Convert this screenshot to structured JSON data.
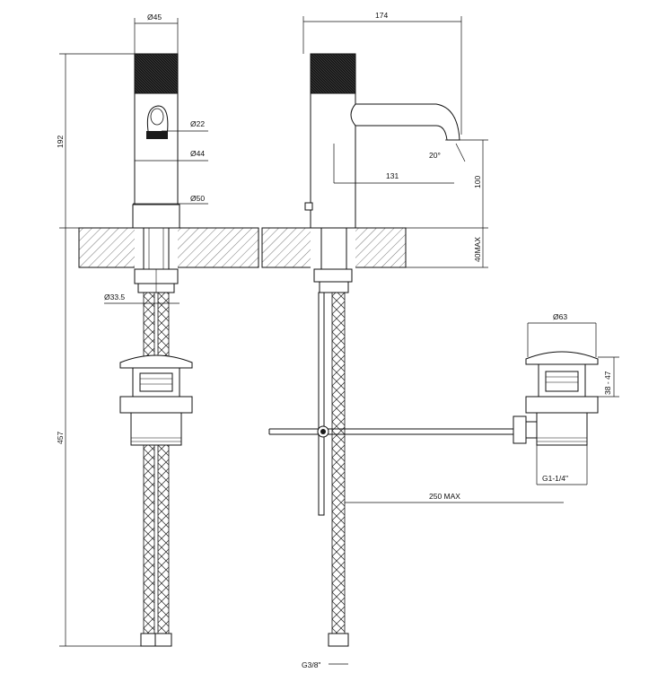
{
  "dimensions": {
    "front_top_diameter": "Ø45",
    "front_aerator_diameter": "Ø22",
    "front_body_diameter": "Ø44",
    "front_base_diameter": "Ø50",
    "front_fixing_diameter": "Ø33.5",
    "front_total_height": "192",
    "front_hose_length": "457",
    "side_projection_width": "174",
    "side_spout_reach": "131",
    "side_spout_angle": "20°",
    "side_spout_height": "100",
    "side_max_deck_thickness": "40MAX",
    "side_hose_thread": "G3/8\"",
    "side_rod_length": "250 MAX",
    "waste_cap_diameter": "Ø63",
    "waste_height_range": "38 - 47",
    "waste_thread": "G1-1/4\""
  },
  "colors": {
    "line": "#111111",
    "handle_fill": "#1a1a1a",
    "hatch": "#555555"
  }
}
